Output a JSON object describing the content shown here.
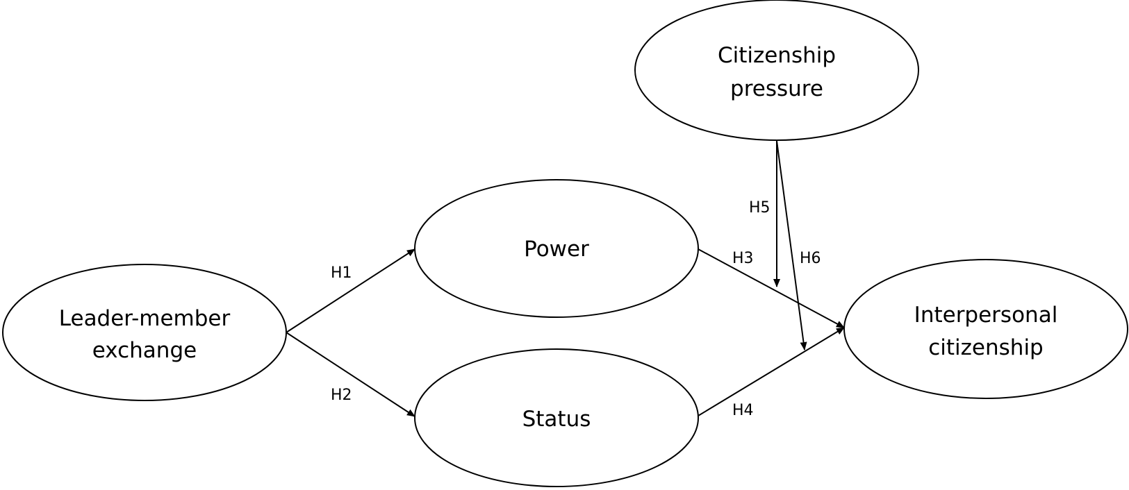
{
  "nodes": {
    "lmx": {
      "lines": [
        "Leader-member",
        "exchange"
      ]
    },
    "power": {
      "lines": [
        "Power"
      ]
    },
    "status": {
      "lines": [
        "Status"
      ]
    },
    "citizenship_pressure": {
      "lines": [
        "Citizenship",
        "pressure"
      ]
    },
    "interpersonal_citizenship": {
      "lines": [
        "Interpersonal",
        "citizenship"
      ]
    }
  },
  "edges": {
    "h1": {
      "label": "H1",
      "from": "Leader-member exchange",
      "to": "Power"
    },
    "h2": {
      "label": "H2",
      "from": "Leader-member exchange",
      "to": "Status"
    },
    "h3": {
      "label": "H3",
      "from": "Power",
      "to": "Interpersonal citizenship"
    },
    "h4": {
      "label": "H4",
      "from": "Status",
      "to": "Interpersonal citizenship"
    },
    "h5": {
      "label": "H5",
      "from": "Citizenship pressure",
      "to": "H3 path"
    },
    "h6": {
      "label": "H6",
      "from": "Citizenship pressure",
      "to": "H4 path"
    }
  },
  "colors": {
    "stroke": "#000000",
    "fill": "#ffffff"
  }
}
